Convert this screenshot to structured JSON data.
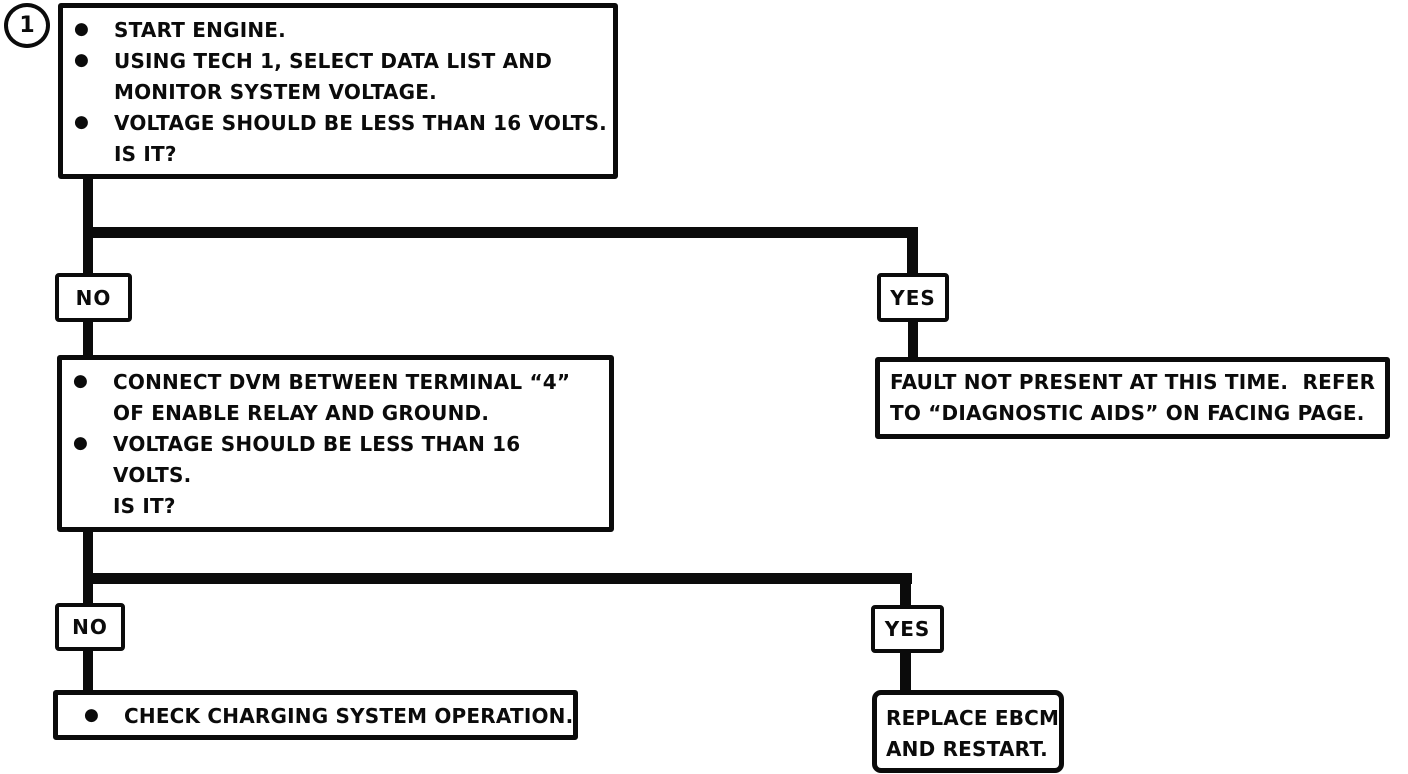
{
  "colors": {
    "ink": "#0b0b0b",
    "paper": "#ffffff"
  },
  "glyphs": {
    "bullet": "●"
  },
  "flowchart": {
    "step_number": "1",
    "decision1": {
      "rows": [
        {
          "bullet": true,
          "text": "START ENGINE."
        },
        {
          "bullet": true,
          "text": "USING TECH 1, SELECT DATA LIST AND"
        },
        {
          "bullet": false,
          "text": "MONITOR SYSTEM VOLTAGE."
        },
        {
          "bullet": true,
          "text": "VOLTAGE SHOULD BE LESS THAN 16 VOLTS."
        },
        {
          "bullet": false,
          "text": "IS IT?"
        }
      ]
    },
    "no1_label": "NO",
    "yes1_label": "YES",
    "decision2": {
      "rows": [
        {
          "bullet": true,
          "text": "CONNECT DVM BETWEEN TERMINAL “4”"
        },
        {
          "bullet": false,
          "text": "OF ENABLE RELAY AND GROUND."
        },
        {
          "bullet": true,
          "text": "VOLTAGE SHOULD BE LESS THAN 16"
        },
        {
          "bullet": false,
          "text": "VOLTS."
        },
        {
          "bullet": false,
          "text": "IS IT?"
        }
      ]
    },
    "fault_box": {
      "rows": [
        "FAULT NOT PRESENT AT THIS TIME.  REFER",
        "TO “DIAGNOSTIC AIDS” ON FACING PAGE."
      ]
    },
    "no2_label": "NO",
    "yes2_label": "YES",
    "check_box": {
      "rows": [
        {
          "bullet": true,
          "text": "CHECK CHARGING SYSTEM OPERATION."
        }
      ]
    },
    "replace_box": {
      "rows": [
        "REPLACE EBCM",
        "AND RESTART."
      ]
    }
  }
}
